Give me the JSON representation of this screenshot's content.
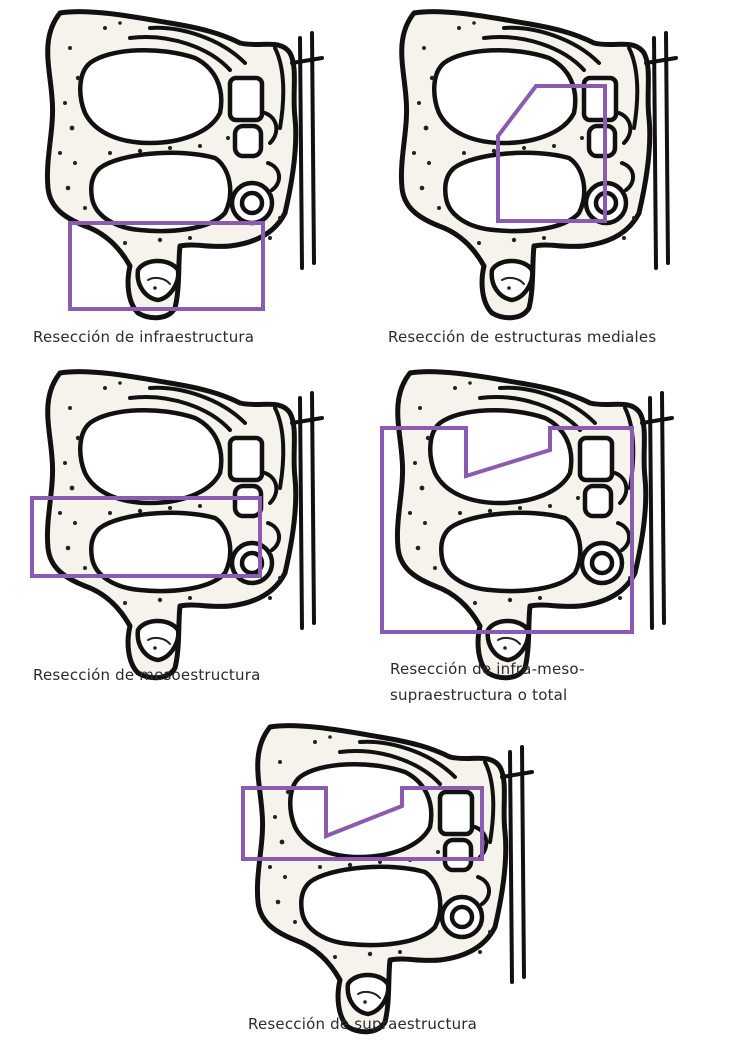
{
  "panels": [
    {
      "id": "infraestructura",
      "caption": "Resección de infraestructura"
    },
    {
      "id": "estructuras-mediales",
      "caption": "Resección de estructuras mediales"
    },
    {
      "id": "mesoestructura",
      "caption": "Resección de mesoestructura"
    },
    {
      "id": "infra-meso-supra",
      "caption_line1": "Resección de infra-meso-",
      "caption_line2": "supraestructura o total"
    },
    {
      "id": "supraestructura",
      "caption": "Resección de supraestructura"
    }
  ],
  "colors": {
    "resection_outline": "#8a5cb0",
    "bone_line": "#111111",
    "caption_text": "#2b2b2b"
  }
}
